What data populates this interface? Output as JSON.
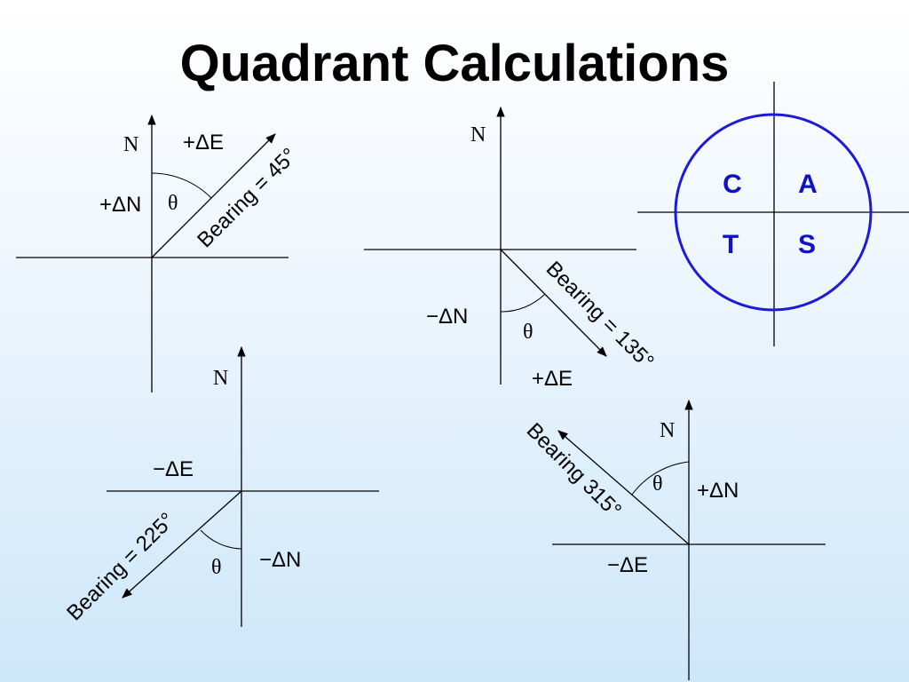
{
  "title": "Quadrant Calculations",
  "labels": {
    "n": "N",
    "theta": "θ",
    "plus_de": "+ΔE",
    "plus_dn": "+ΔN",
    "minus_de": "−ΔE",
    "minus_dn": "−ΔN"
  },
  "bearings": {
    "b45": "Bearing = 45°",
    "b135": "Bearing = 135°",
    "b225": "Bearing = 225°",
    "b315": "Bearing 315°"
  },
  "cast": {
    "c": "C",
    "a": "A",
    "t": "T",
    "s": "S"
  },
  "colors": {
    "circle": "#1a1ad8",
    "cast_text": "#1010c8",
    "lines": "#000000"
  }
}
